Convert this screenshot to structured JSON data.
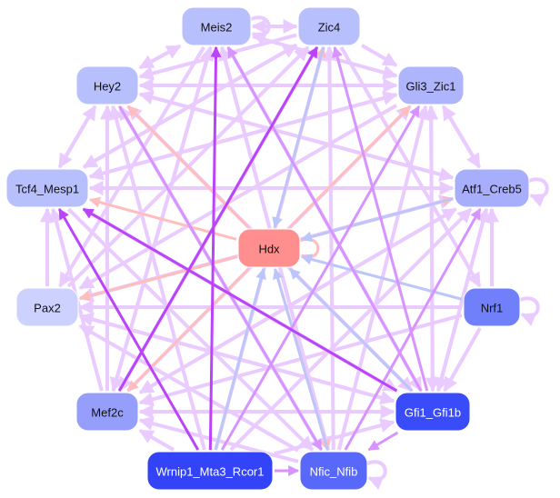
{
  "diagram": {
    "type": "directed-network",
    "nodes": [
      {
        "id": "Meis2",
        "label": "Meis2",
        "fill": "#b8bffd",
        "text_color": "#111111"
      },
      {
        "id": "Zic4",
        "label": "Zic4",
        "fill": "#b8bffd",
        "text_color": "#111111"
      },
      {
        "id": "Hey2",
        "label": "Hey2",
        "fill": "#b8bffd",
        "text_color": "#111111"
      },
      {
        "id": "Gli3_Zic1",
        "label": "Gli3_Zic1",
        "fill": "#aeb5fc",
        "text_color": "#111111"
      },
      {
        "id": "Tcf4_Mesp1",
        "label": "Tcf4_Mesp1",
        "fill": "#b8bffd",
        "text_color": "#111111"
      },
      {
        "id": "Atf1_Creb5",
        "label": "Atf1_Creb5",
        "fill": "#a7aefb",
        "text_color": "#111111"
      },
      {
        "id": "Hdx",
        "label": "Hdx",
        "fill": "#ff8e8e",
        "text_color": "#111111"
      },
      {
        "id": "Pax2",
        "label": "Pax2",
        "fill": "#cdd1fd",
        "text_color": "#111111"
      },
      {
        "id": "Nrf1",
        "label": "Nrf1",
        "fill": "#7080fb",
        "text_color": "#111111"
      },
      {
        "id": "Mef2c",
        "label": "Mef2c",
        "fill": "#959ffb",
        "text_color": "#111111"
      },
      {
        "id": "Gfi1_Gfi1b",
        "label": "Gfi1_Gfi1b",
        "fill": "#3a4cfa",
        "text_color": "#ffffff"
      },
      {
        "id": "Wrnip1_Mta3_Rcor1",
        "label": "Wrnip1_Mta3_Rcor1",
        "fill": "#3344f8",
        "text_color": "#ffffff"
      },
      {
        "id": "Nfic_Nfib",
        "label": "Nfic_Nfib",
        "fill": "#5868fa",
        "text_color": "#ffffff"
      }
    ],
    "edge_colors": {
      "light_purple": "#eacbff",
      "mid_purple": "#d793ff",
      "strong_purple": "#bb44fb",
      "salmon": "#ffbdbd",
      "light_blue": "#bcc6fb"
    },
    "edges": [
      {
        "source": "Meis2",
        "target": "Zic4",
        "color": "light_purple"
      },
      {
        "source": "Meis2",
        "target": "Meis2",
        "color": "light_purple"
      },
      {
        "source": "Zic4",
        "target": "Meis2",
        "color": "light_purple"
      },
      {
        "source": "Zic4",
        "target": "Gli3_Zic1",
        "color": "light_purple"
      },
      {
        "source": "Meis2",
        "target": "Hey2",
        "color": "light_purple"
      },
      {
        "source": "Hey2",
        "target": "Meis2",
        "color": "light_purple"
      },
      {
        "source": "Tcf4_Mesp1",
        "target": "Hey2",
        "color": "light_purple"
      },
      {
        "source": "Hey2",
        "target": "Tcf4_Mesp1",
        "color": "light_purple"
      },
      {
        "source": "Gli3_Zic1",
        "target": "Atf1_Creb5",
        "color": "light_purple"
      },
      {
        "source": "Atf1_Creb5",
        "target": "Gli3_Zic1",
        "color": "light_purple"
      },
      {
        "source": "Atf1_Creb5",
        "target": "Atf1_Creb5",
        "color": "light_purple"
      },
      {
        "source": "Tcf4_Mesp1",
        "target": "Atf1_Creb5",
        "color": "light_purple"
      },
      {
        "source": "Atf1_Creb5",
        "target": "Tcf4_Mesp1",
        "color": "light_purple"
      },
      {
        "source": "Nrf1",
        "target": "Nrf1",
        "color": "light_purple"
      },
      {
        "source": "Nrf1",
        "target": "Atf1_Creb5",
        "color": "light_purple"
      },
      {
        "source": "Nrf1",
        "target": "Gfi1_Gfi1b",
        "color": "light_purple"
      },
      {
        "source": "Nfic_Nfib",
        "target": "Nfic_Nfib",
        "color": "light_purple"
      },
      {
        "source": "Wrnip1_Mta3_Rcor1",
        "target": "Nfic_Nfib",
        "color": "mid_purple"
      },
      {
        "source": "Gfi1_Gfi1b",
        "target": "Nfic_Nfib",
        "color": "mid_purple"
      },
      {
        "source": "Mef2c",
        "target": "Gfi1_Gfi1b",
        "color": "light_purple"
      },
      {
        "source": "Mef2c",
        "target": "Tcf4_Mesp1",
        "color": "light_purple"
      },
      {
        "source": "Pax2",
        "target": "Tcf4_Mesp1",
        "color": "light_purple"
      },
      {
        "source": "Gfi1_Gfi1b",
        "target": "Tcf4_Mesp1",
        "color": "strong_purple"
      },
      {
        "source": "Wrnip1_Mta3_Rcor1",
        "target": "Meis2",
        "color": "strong_purple"
      },
      {
        "source": "Mef2c",
        "target": "Zic4",
        "color": "strong_purple"
      },
      {
        "source": "Wrnip1_Mta3_Rcor1",
        "target": "Tcf4_Mesp1",
        "color": "strong_purple"
      },
      {
        "source": "Gfi1_Gfi1b",
        "target": "Zic4",
        "color": "mid_purple"
      },
      {
        "source": "Gfi1_Gfi1b",
        "target": "Meis2",
        "color": "mid_purple"
      },
      {
        "source": "Wrnip1_Mta3_Rcor1",
        "target": "Gli3_Zic1",
        "color": "mid_purple"
      },
      {
        "source": "Nfic_Nfib",
        "target": "Meis2",
        "color": "light_purple"
      },
      {
        "source": "Nfic_Nfib",
        "target": "Hey2",
        "color": "light_purple"
      },
      {
        "source": "Nfic_Nfib",
        "target": "Atf1_Creb5",
        "color": "mid_purple"
      },
      {
        "source": "Nfic_Nfib",
        "target": "Gli3_Zic1",
        "color": "light_purple"
      },
      {
        "source": "Nfic_Nfib",
        "target": "Zic4",
        "color": "light_purple"
      },
      {
        "source": "Nfic_Nfib",
        "target": "Pax2",
        "color": "light_purple"
      },
      {
        "source": "Nfic_Nfib",
        "target": "Mef2c",
        "color": "light_purple"
      },
      {
        "source": "Gfi1_Gfi1b",
        "target": "Hey2",
        "color": "light_purple"
      },
      {
        "source": "Gfi1_Gfi1b",
        "target": "Gli3_Zic1",
        "color": "light_purple"
      },
      {
        "source": "Gfi1_Gfi1b",
        "target": "Atf1_Creb5",
        "color": "light_purple"
      },
      {
        "source": "Gfi1_Gfi1b",
        "target": "Mef2c",
        "color": "light_purple"
      },
      {
        "source": "Gfi1_Gfi1b",
        "target": "Pax2",
        "color": "light_purple"
      },
      {
        "source": "Wrnip1_Mta3_Rcor1",
        "target": "Hey2",
        "color": "light_purple"
      },
      {
        "source": "Wrnip1_Mta3_Rcor1",
        "target": "Zic4",
        "color": "light_purple"
      },
      {
        "source": "Wrnip1_Mta3_Rcor1",
        "target": "Atf1_Creb5",
        "color": "light_purple"
      },
      {
        "source": "Wrnip1_Mta3_Rcor1",
        "target": "Mef2c",
        "color": "light_purple"
      },
      {
        "source": "Wrnip1_Mta3_Rcor1",
        "target": "Gfi1_Gfi1b",
        "color": "light_purple"
      },
      {
        "source": "Mef2c",
        "target": "Meis2",
        "color": "light_purple"
      },
      {
        "source": "Mef2c",
        "target": "Hey2",
        "color": "light_purple"
      },
      {
        "source": "Mef2c",
        "target": "Gli3_Zic1",
        "color": "light_purple"
      },
      {
        "source": "Mef2c",
        "target": "Atf1_Creb5",
        "color": "light_purple"
      },
      {
        "source": "Pax2",
        "target": "Zic4",
        "color": "light_purple"
      },
      {
        "source": "Pax2",
        "target": "Atf1_Creb5",
        "color": "light_purple"
      },
      {
        "source": "Pax2",
        "target": "Gfi1_Gfi1b",
        "color": "light_purple"
      },
      {
        "source": "Tcf4_Mesp1",
        "target": "Zic4",
        "color": "light_purple"
      },
      {
        "source": "Tcf4_Mesp1",
        "target": "Gli3_Zic1",
        "color": "light_purple"
      },
      {
        "source": "Tcf4_Mesp1",
        "target": "Nfic_Nfib",
        "color": "light_purple"
      },
      {
        "source": "Tcf4_Mesp1",
        "target": "Gfi1_Gfi1b",
        "color": "light_purple"
      },
      {
        "source": "Hey2",
        "target": "Gli3_Zic1",
        "color": "light_purple"
      },
      {
        "source": "Hey2",
        "target": "Nfic_Nfib",
        "color": "mid_purple"
      },
      {
        "source": "Hey2",
        "target": "Gfi1_Gfi1b",
        "color": "light_purple"
      },
      {
        "source": "Hey2",
        "target": "Atf1_Creb5",
        "color": "light_purple"
      },
      {
        "source": "Meis2",
        "target": "Gli3_Zic1",
        "color": "light_purple"
      },
      {
        "source": "Meis2",
        "target": "Gfi1_Gfi1b",
        "color": "light_purple"
      },
      {
        "source": "Meis2",
        "target": "Nfic_Nfib",
        "color": "light_purple"
      },
      {
        "source": "Meis2",
        "target": "Pax2",
        "color": "light_purple"
      },
      {
        "source": "Meis2",
        "target": "Mef2c",
        "color": "light_purple"
      },
      {
        "source": "Zic4",
        "target": "Hey2",
        "color": "light_purple"
      },
      {
        "source": "Zic4",
        "target": "Tcf4_Mesp1",
        "color": "light_purple"
      },
      {
        "source": "Zic4",
        "target": "Nrf1",
        "color": "light_purple"
      },
      {
        "source": "Zic4",
        "target": "Mef2c",
        "color": "light_purple"
      },
      {
        "source": "Gli3_Zic1",
        "target": "Tcf4_Mesp1",
        "color": "light_purple"
      },
      {
        "source": "Gli3_Zic1",
        "target": "Gfi1_Gfi1b",
        "color": "light_purple"
      },
      {
        "source": "Gli3_Zic1",
        "target": "Pax2",
        "color": "light_purple"
      },
      {
        "source": "Gli3_Zic1",
        "target": "Hey2",
        "color": "light_purple"
      },
      {
        "source": "Atf1_Creb5",
        "target": "Gfi1_Gfi1b",
        "color": "light_purple"
      },
      {
        "source": "Atf1_Creb5",
        "target": "Mef2c",
        "color": "light_purple"
      },
      {
        "source": "Atf1_Creb5",
        "target": "Pax2",
        "color": "light_purple"
      },
      {
        "source": "Atf1_Creb5",
        "target": "Hey2",
        "color": "light_purple"
      },
      {
        "source": "Nrf1",
        "target": "Mef2c",
        "color": "light_purple"
      },
      {
        "source": "Nrf1",
        "target": "Pax2",
        "color": "light_purple"
      },
      {
        "source": "Hdx",
        "target": "Hdx",
        "color": "salmon"
      },
      {
        "source": "Hdx",
        "target": "Tcf4_Mesp1",
        "color": "salmon"
      },
      {
        "source": "Hdx",
        "target": "Pax2",
        "color": "salmon"
      },
      {
        "source": "Hdx",
        "target": "Hey2",
        "color": "salmon"
      },
      {
        "source": "Hdx",
        "target": "Mef2c",
        "color": "salmon"
      },
      {
        "source": "Hdx",
        "target": "Zic4",
        "color": "salmon"
      },
      {
        "source": "Hdx",
        "target": "Gli3_Zic1",
        "color": "salmon"
      },
      {
        "source": "Hdx",
        "target": "Atf1_Creb5",
        "color": "salmon"
      },
      {
        "source": "Hdx",
        "target": "Nfic_Nfib",
        "color": "salmon"
      },
      {
        "source": "Nrf1",
        "target": "Hdx",
        "color": "light_blue"
      },
      {
        "source": "Gfi1_Gfi1b",
        "target": "Hdx",
        "color": "light_blue"
      },
      {
        "source": "Wrnip1_Mta3_Rcor1",
        "target": "Hdx",
        "color": "light_blue"
      },
      {
        "source": "Nfic_Nfib",
        "target": "Hdx",
        "color": "light_blue"
      },
      {
        "source": "Zic4",
        "target": "Hdx",
        "color": "light_blue"
      },
      {
        "source": "Atf1_Creb5",
        "target": "Hdx",
        "color": "light_blue"
      }
    ]
  }
}
